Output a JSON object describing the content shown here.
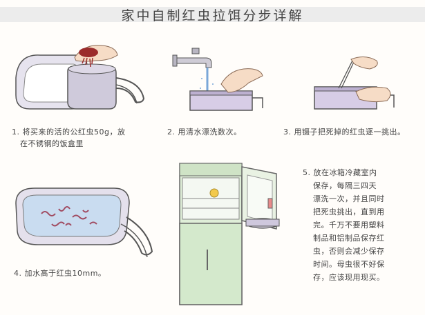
{
  "title": "家中自制红虫拉饵分步详解",
  "steps": [
    {
      "number": "1.",
      "text_line1": "将买来的活的公红虫50g，放",
      "text_line2": "在不锈钢的饭盒里"
    },
    {
      "number": "2.",
      "text": "用清水漂洗数次。"
    },
    {
      "number": "3.",
      "text": "用镊子把死掉的红虫逐一挑出。"
    },
    {
      "number": "4.",
      "text": "加水高于红虫10mm。"
    },
    {
      "number": "5.",
      "lines": [
        "放在冰箱冷藏室内",
        "保存，每隔三四天",
        "漂洗一次，并且同时",
        "把死虫挑出，直到用",
        "完。千万不要用塑料",
        "制品和铝制品保存红",
        "虫，否则会减少保存",
        "时间。母虫很不好保",
        "存，应该现用现买。"
      ]
    }
  ]
}
